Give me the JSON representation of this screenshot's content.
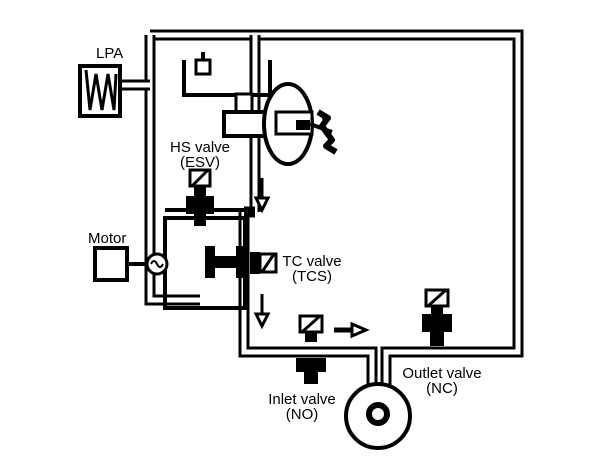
{
  "labels": {
    "lpa": "LPA",
    "hs_valve_line1": "HS valve",
    "hs_valve_line2": "(ESV)",
    "motor": "Motor",
    "tc_valve_line1": "TC valve",
    "tc_valve_line2": "(TCS)",
    "inlet_valve_line1": "Inlet valve",
    "inlet_valve_line2": "(NO)",
    "outlet_valve_line1": "Outlet valve",
    "outlet_valve_line2": "(NC)"
  },
  "colors": {
    "line": "#000000",
    "background": "#ffffff"
  }
}
